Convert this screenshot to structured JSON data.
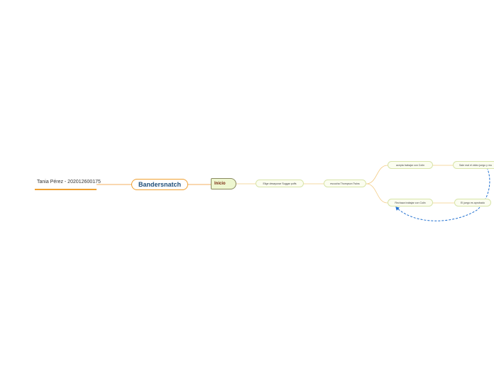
{
  "diagram": {
    "author": "Tania Pérez - 202012600175",
    "root": "Bandersnatch",
    "start": "Inicio",
    "nodes": {
      "n1": "Elige desayunar Suggar puffs",
      "n2": "escucha Thompson Twins",
      "n3": "acepta trabajar con Colin",
      "n4": "Rechaza trabajar con Colin",
      "n5": "Sale mal el video juego y mu",
      "n6": "El juego es aprobado"
    }
  },
  "colors": {
    "root_border": "#f0a030",
    "root_text": "#1f4e79",
    "start_fill": "#eef7d0",
    "start_text": "#7a2a10",
    "branch": "#f3cc85",
    "node_fill": "#fbfdf0",
    "node_border": "#d8e4a8",
    "loop_arrow": "#1f6fd0"
  }
}
